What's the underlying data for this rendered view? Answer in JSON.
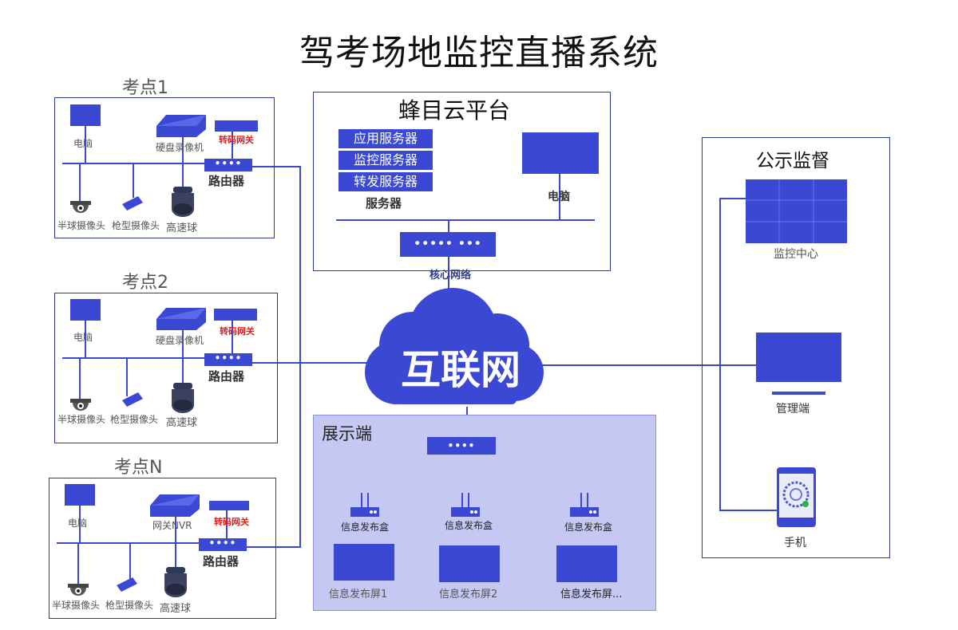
{
  "title": "驾考场地监控直播系统",
  "sites": [
    {
      "title": "考点1",
      "computer": "电脑",
      "recorder": "硬盘录像机",
      "gateway": "转码网关",
      "router": "路由器",
      "cam1": "半球摄像头",
      "cam2": "枪型摄像头",
      "cam3": "高速球"
    },
    {
      "title": "考点2",
      "computer": "电脑",
      "recorder": "硬盘录像机",
      "gateway": "转码网关",
      "router": "路由器",
      "cam1": "半球摄像头",
      "cam2": "枪型摄像头",
      "cam3": "高速球"
    },
    {
      "title": "考点N",
      "computer": "电脑",
      "recorder": "网关NVR",
      "gateway": "转码网关",
      "router": "路由器",
      "cam1": "半球摄像头",
      "cam2": "枪型摄像头",
      "cam3": "高速球"
    }
  ],
  "cloud_platform": {
    "title": "蜂目云平台",
    "servers": [
      "应用服务器",
      "监控服务器",
      "转发服务器"
    ],
    "servers_label": "服务器",
    "computer": "电脑",
    "core_network": "核心网络"
  },
  "internet": "互联网",
  "display": {
    "title": "展示端",
    "boxes": [
      "信息发布盒",
      "信息发布盒",
      "信息发布盒"
    ],
    "screens": [
      "信息发布屏1",
      "信息发布屏2",
      "信息发布屏..."
    ]
  },
  "supervision": {
    "title": "公示监督",
    "monitor_center": "监控中心",
    "management": "管理端",
    "phone": "手机"
  },
  "colors": {
    "primary": "#3a48d4",
    "line": "#2f3c8f",
    "display_bg": "#c5c8f3",
    "alert": "#e21b1b"
  }
}
